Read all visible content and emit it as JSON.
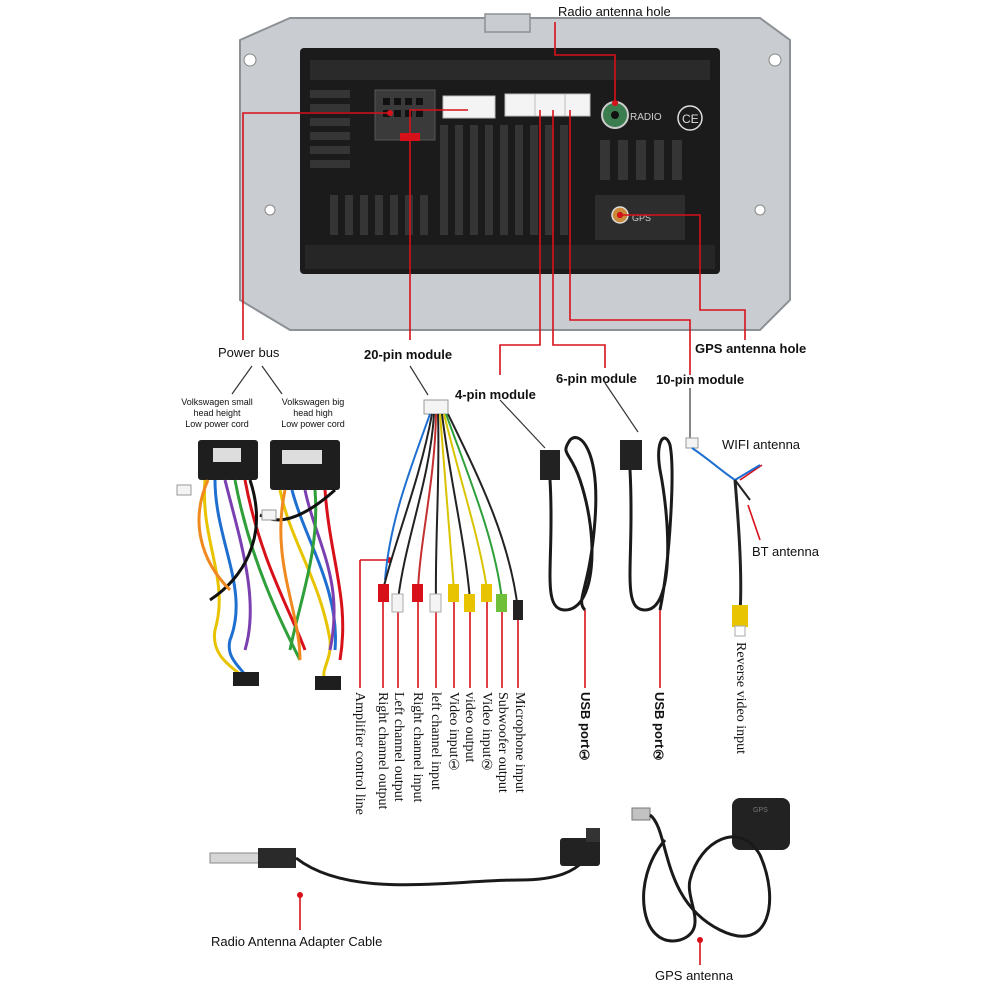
{
  "top_callouts": {
    "radio_antenna_hole": "Radio antenna hole",
    "gps_antenna_hole": "GPS antenna hole",
    "power_bus": "Power bus",
    "pin20": "20-pin module",
    "pin4": "4-pin module",
    "pin6": "6-pin module",
    "pin10": "10-pin module"
  },
  "unit_markings": {
    "radio": "RADIO",
    "gps": "GPS",
    "ce": "CE"
  },
  "power_cords": {
    "small": "Volkswagen small\nhead height\nLow power cord",
    "big": "Volkswagen big\nhead high\nLow power cord"
  },
  "antenna_labels": {
    "wifi": "WIFI antenna",
    "bt": "BT antenna",
    "reverse": "Reverse video input"
  },
  "rca_labels": [
    "Amplifier control line",
    "Right channel output",
    "Left channel output",
    "Right channel input",
    "left channel input",
    "Video input①",
    "video output",
    "Video input②",
    "Subwoofer output",
    "Microphone input"
  ],
  "usb_labels": {
    "usb1": "USB port①",
    "usb2": "USB port②"
  },
  "bottom_labels": {
    "radio_adapter": "Radio Antenna Adapter Cable",
    "gps_antenna": "GPS antenna"
  },
  "colors": {
    "callout_red": "#d8101a",
    "bracket_silver": "#c9ccd0",
    "unit_black": "#1b1b1b",
    "cable_black": "#1a1a1a"
  }
}
